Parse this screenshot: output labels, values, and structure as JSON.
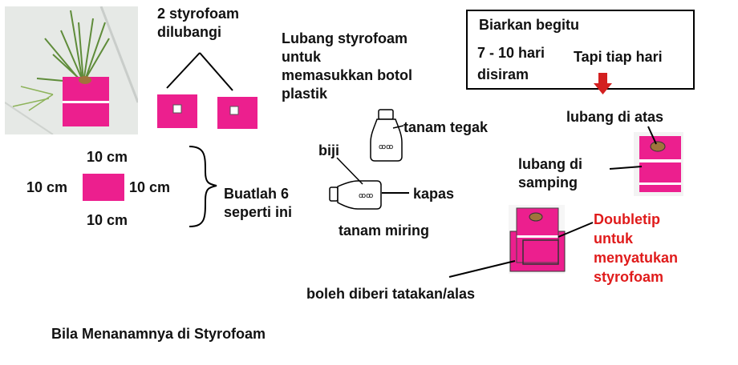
{
  "colors": {
    "foam": "#ec1f8e",
    "accent": "#e01b1b",
    "text": "#111111"
  },
  "labels": {
    "two_styrofoam": "2 styrofoam",
    "dilubangi": "dilubangi",
    "lubang_line1": "Lubang styrofoam",
    "lubang_line2": "untuk",
    "lubang_line3": "memasukkan botol",
    "lubang_line4": "plastik",
    "note_line1": "Biarkan begitu",
    "note_line2a": "7 - 10 hari",
    "note_line2b": "Tapi  tiap hari",
    "note_line3": "disiram",
    "lubang_atas": "lubang di atas",
    "tanam_tegak": "tanam tegak",
    "biji": "biji",
    "kapas": "kapas",
    "tanam_miring": "tanam miring",
    "dim_top": "10 cm",
    "dim_left": "10 cm",
    "dim_right": "10 cm",
    "dim_bottom": "10 cm",
    "buatlah_line1": "Buatlah 6",
    "buatlah_line2": "seperti ini",
    "samping_line1": "lubang di",
    "samping_line2": "samping",
    "doubletip_line1": "Doubletip",
    "doubletip_line2": "untuk",
    "doubletip_line3": "menyatukan",
    "doubletip_line4": "styrofoam",
    "tatakan": "boleh diberi tatakan/alas",
    "footer": "Bila Menanamnya di Styrofoam"
  },
  "icons": [
    "plant-photo-icon",
    "pink-square-icon",
    "bottle-icon",
    "arrow-down-icon",
    "foam-box-icon",
    "brace-icon"
  ]
}
